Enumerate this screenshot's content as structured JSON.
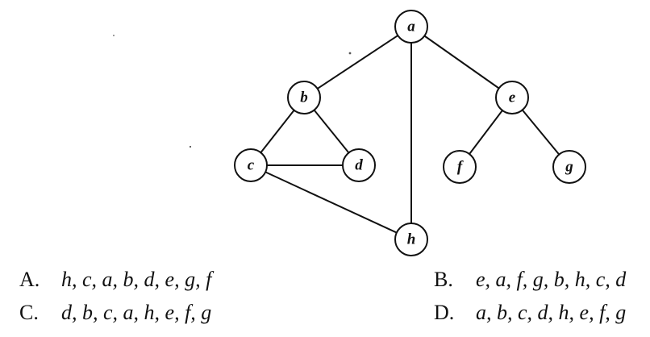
{
  "graph": {
    "nodes": [
      {
        "id": "a",
        "label": "a"
      },
      {
        "id": "b",
        "label": "b"
      },
      {
        "id": "e",
        "label": "e"
      },
      {
        "id": "c",
        "label": "c"
      },
      {
        "id": "d",
        "label": "d"
      },
      {
        "id": "f",
        "label": "f"
      },
      {
        "id": "g",
        "label": "g"
      },
      {
        "id": "h",
        "label": "h"
      }
    ],
    "edges": [
      {
        "from": "a",
        "to": "b"
      },
      {
        "from": "a",
        "to": "e"
      },
      {
        "from": "a",
        "to": "h"
      },
      {
        "from": "b",
        "to": "c"
      },
      {
        "from": "b",
        "to": "d"
      },
      {
        "from": "c",
        "to": "d"
      },
      {
        "from": "c",
        "to": "h"
      },
      {
        "from": "e",
        "to": "f"
      },
      {
        "from": "e",
        "to": "g"
      }
    ]
  },
  "options": [
    {
      "letter": "A.",
      "sequence": "h, c, a, b, d, e, g, f"
    },
    {
      "letter": "B.",
      "sequence": "e, a, f, g, b, h, c, d"
    },
    {
      "letter": "C.",
      "sequence": "d, b, c, a, h, e, f, g"
    },
    {
      "letter": "D.",
      "sequence": "a, b, c, d, h, e, f, g"
    }
  ]
}
